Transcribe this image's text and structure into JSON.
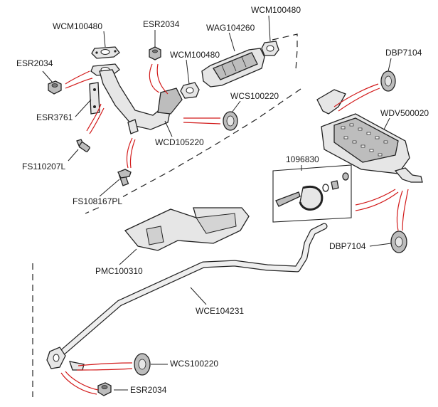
{
  "labels": {
    "wcm100480_top_left": "WCM100480",
    "esr2034_top": "ESR2034",
    "wag104260": "WAG104260",
    "wcm100480_top_right": "WCM100480",
    "wcm100480_mid": "WCM100480",
    "dbp7104_top": "DBP7104",
    "esr2034_left": "ESR2034",
    "wcs100220_top": "WCS100220",
    "wdv500020": "WDV500020",
    "esr3761": "ESR3761",
    "wcd105220": "WCD105220",
    "fs110207l": "FS110207L",
    "part_1096830": "1096830",
    "fs108167pl": "FS108167PL",
    "dbp7104_bottom": "DBP7104",
    "pmc100310": "PMC100310",
    "wce104231": "WCE104231",
    "wcs100220_bottom": "WCS100220",
    "esr2034_bottom": "ESR2034"
  }
}
